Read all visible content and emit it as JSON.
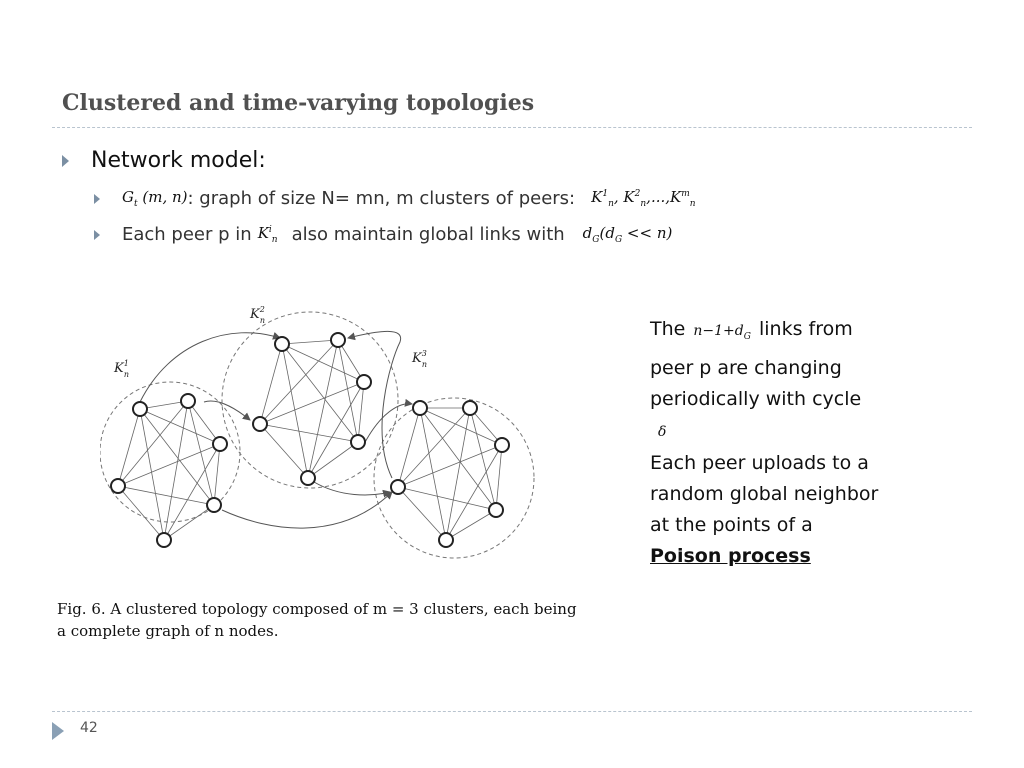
{
  "slide": {
    "title": "Clustered and time-varying topologies",
    "page_number": "42"
  },
  "bullets": {
    "level1": "Network model:",
    "item1": {
      "math_prefix": "G",
      "math_prefix_sub": "t",
      "math_args": " (m, n)",
      "text": ": graph of size N= mn, m clusters of peers:",
      "math_tail": "K"
    },
    "item2": {
      "text_before": "Each peer p in",
      "text_after": "also maintain global links with",
      "math_dg": "d",
      "math_dg_sub": "G",
      "math_dg_rest": "(d",
      "math_dg_rest_sub": "G",
      "math_dg_end": " << n)"
    }
  },
  "cluster_list": {
    "k1_sup": "1",
    "k1_sub": "n",
    "k2_sup": "2",
    "k2_sub": "n",
    "dots": ",...,",
    "km_sup": "m",
    "km_sub": "n"
  },
  "kin": {
    "base": "K",
    "sup": "i",
    "sub": "n"
  },
  "sidebar": {
    "line1_pre": "The",
    "math_expr": "n−1+d",
    "math_expr_sub": "G",
    "line1_post": " links",
    "text_body": "from peer p are changing periodically with cycle",
    "delta": "δ",
    "text_body2": "Each peer uploads to a random global neighbor at the points of a",
    "link_text": "Poison process"
  },
  "figure": {
    "caption": "Fig. 6.   A clustered topology composed of m = 3 clusters, each being a complete graph of n nodes.",
    "labels": {
      "k1": {
        "base": "K",
        "sup": "1",
        "sub": "n"
      },
      "k2": {
        "base": "K",
        "sup": "2",
        "sub": "n"
      },
      "k3": {
        "base": "K",
        "sup": "3",
        "sub": "n"
      }
    }
  },
  "colors": {
    "title": "#505050",
    "bullet_arrow": "#7b8fa3",
    "rule": "#b9c4cf"
  }
}
